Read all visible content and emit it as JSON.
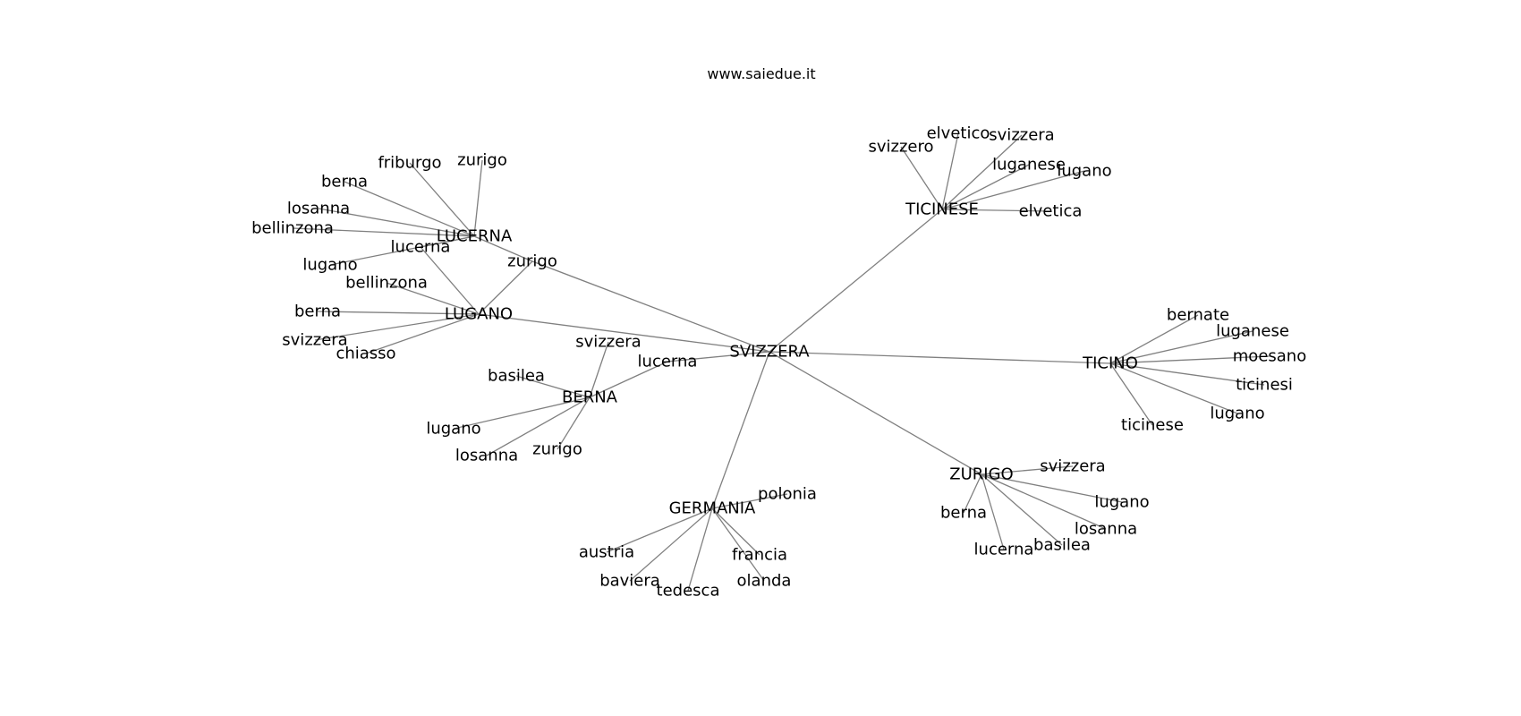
{
  "header": {
    "site": "www.saiedue.it"
  },
  "graph": {
    "nodes": {
      "n0": {
        "label": "SVIZZERA"
      },
      "n1": {
        "label": "LUCERNA"
      },
      "n2": {
        "label": "LUGANO"
      },
      "n3": {
        "label": "BERNA"
      },
      "n4": {
        "label": "TICINESE"
      },
      "n5": {
        "label": "TICINO"
      },
      "n6": {
        "label": "ZURIGO"
      },
      "n7": {
        "label": "GERMANIA"
      },
      "n8": {
        "label": "friburgo"
      },
      "n9": {
        "label": "zurigo"
      },
      "n10": {
        "label": "berna"
      },
      "n11": {
        "label": "losanna"
      },
      "n12": {
        "label": "bellinzona"
      },
      "n13": {
        "label": "lucerna"
      },
      "n14": {
        "label": "zurigo"
      },
      "n15": {
        "label": "lugano"
      },
      "n16": {
        "label": "bellinzona"
      },
      "n17": {
        "label": "berna"
      },
      "n18": {
        "label": "svizzera"
      },
      "n19": {
        "label": "chiasso"
      },
      "n20": {
        "label": "svizzera"
      },
      "n21": {
        "label": "lucerna"
      },
      "n22": {
        "label": "basilea"
      },
      "n23": {
        "label": "lugano"
      },
      "n24": {
        "label": "losanna"
      },
      "n25": {
        "label": "zurigo"
      },
      "n26": {
        "label": "elvetico"
      },
      "n27": {
        "label": "svizzera"
      },
      "n28": {
        "label": "svizzero"
      },
      "n29": {
        "label": "luganese"
      },
      "n30": {
        "label": "lugano"
      },
      "n31": {
        "label": "elvetica"
      },
      "n32": {
        "label": "bernate"
      },
      "n33": {
        "label": "luganese"
      },
      "n34": {
        "label": "moesano"
      },
      "n35": {
        "label": "ticinesi"
      },
      "n36": {
        "label": "lugano"
      },
      "n37": {
        "label": "ticinese"
      },
      "n38": {
        "label": "svizzera"
      },
      "n39": {
        "label": "lugano"
      },
      "n40": {
        "label": "berna"
      },
      "n41": {
        "label": "losanna"
      },
      "n42": {
        "label": "lucerna"
      },
      "n43": {
        "label": "basilea"
      },
      "n44": {
        "label": "polonia"
      },
      "n45": {
        "label": "austria"
      },
      "n46": {
        "label": "francia"
      },
      "n47": {
        "label": "baviera"
      },
      "n48": {
        "label": "tedesca"
      },
      "n49": {
        "label": "olanda"
      }
    },
    "edges": [
      [
        "n0",
        "n14"
      ],
      [
        "n14",
        "n1"
      ],
      [
        "n14",
        "n2"
      ],
      [
        "n0",
        "n2"
      ],
      [
        "n0",
        "n21"
      ],
      [
        "n21",
        "n3"
      ],
      [
        "n0",
        "n4"
      ],
      [
        "n0",
        "n5"
      ],
      [
        "n0",
        "n6"
      ],
      [
        "n0",
        "n7"
      ],
      [
        "n1",
        "n8"
      ],
      [
        "n1",
        "n9"
      ],
      [
        "n1",
        "n10"
      ],
      [
        "n1",
        "n11"
      ],
      [
        "n1",
        "n12"
      ],
      [
        "n1",
        "n15"
      ],
      [
        "n1",
        "n13"
      ],
      [
        "n13",
        "n2"
      ],
      [
        "n2",
        "n16"
      ],
      [
        "n2",
        "n17"
      ],
      [
        "n2",
        "n18"
      ],
      [
        "n2",
        "n19"
      ],
      [
        "n3",
        "n20"
      ],
      [
        "n3",
        "n22"
      ],
      [
        "n3",
        "n23"
      ],
      [
        "n3",
        "n24"
      ],
      [
        "n3",
        "n25"
      ],
      [
        "n4",
        "n26"
      ],
      [
        "n4",
        "n27"
      ],
      [
        "n4",
        "n28"
      ],
      [
        "n4",
        "n29"
      ],
      [
        "n4",
        "n30"
      ],
      [
        "n4",
        "n31"
      ],
      [
        "n5",
        "n32"
      ],
      [
        "n5",
        "n33"
      ],
      [
        "n5",
        "n34"
      ],
      [
        "n5",
        "n35"
      ],
      [
        "n5",
        "n36"
      ],
      [
        "n5",
        "n37"
      ],
      [
        "n6",
        "n38"
      ],
      [
        "n6",
        "n39"
      ],
      [
        "n6",
        "n40"
      ],
      [
        "n6",
        "n41"
      ],
      [
        "n6",
        "n42"
      ],
      [
        "n6",
        "n43"
      ],
      [
        "n7",
        "n44"
      ],
      [
        "n7",
        "n45"
      ],
      [
        "n7",
        "n46"
      ],
      [
        "n7",
        "n47"
      ],
      [
        "n7",
        "n48"
      ],
      [
        "n7",
        "n49"
      ]
    ]
  },
  "colors": {
    "edge": "#808080",
    "text": "#000000",
    "background": "#ffffff"
  }
}
